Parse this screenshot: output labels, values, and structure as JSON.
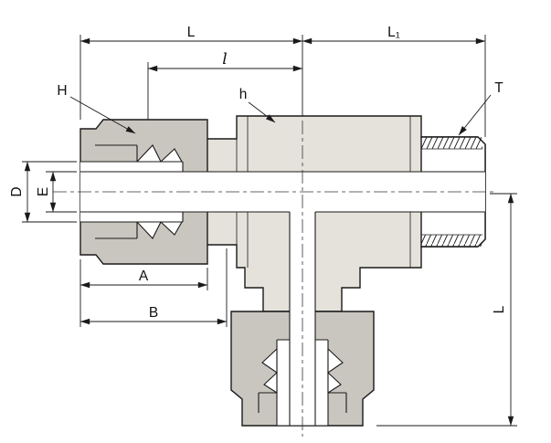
{
  "diagram": {
    "labels": {
      "dim_L_top": "L",
      "dim_L1": "L₁",
      "dim_l": "l",
      "callout_H": "H",
      "callout_h": "h",
      "callout_T": "T",
      "dim_D": "D",
      "dim_E": "E",
      "dim_A": "A",
      "dim_B": "B",
      "dim_L_right": "L"
    },
    "colors": {
      "line": "#1a1a1a",
      "nut_fill": "#c9c6bf",
      "body_fill": "#e4e2db",
      "background": "#ffffff"
    }
  }
}
